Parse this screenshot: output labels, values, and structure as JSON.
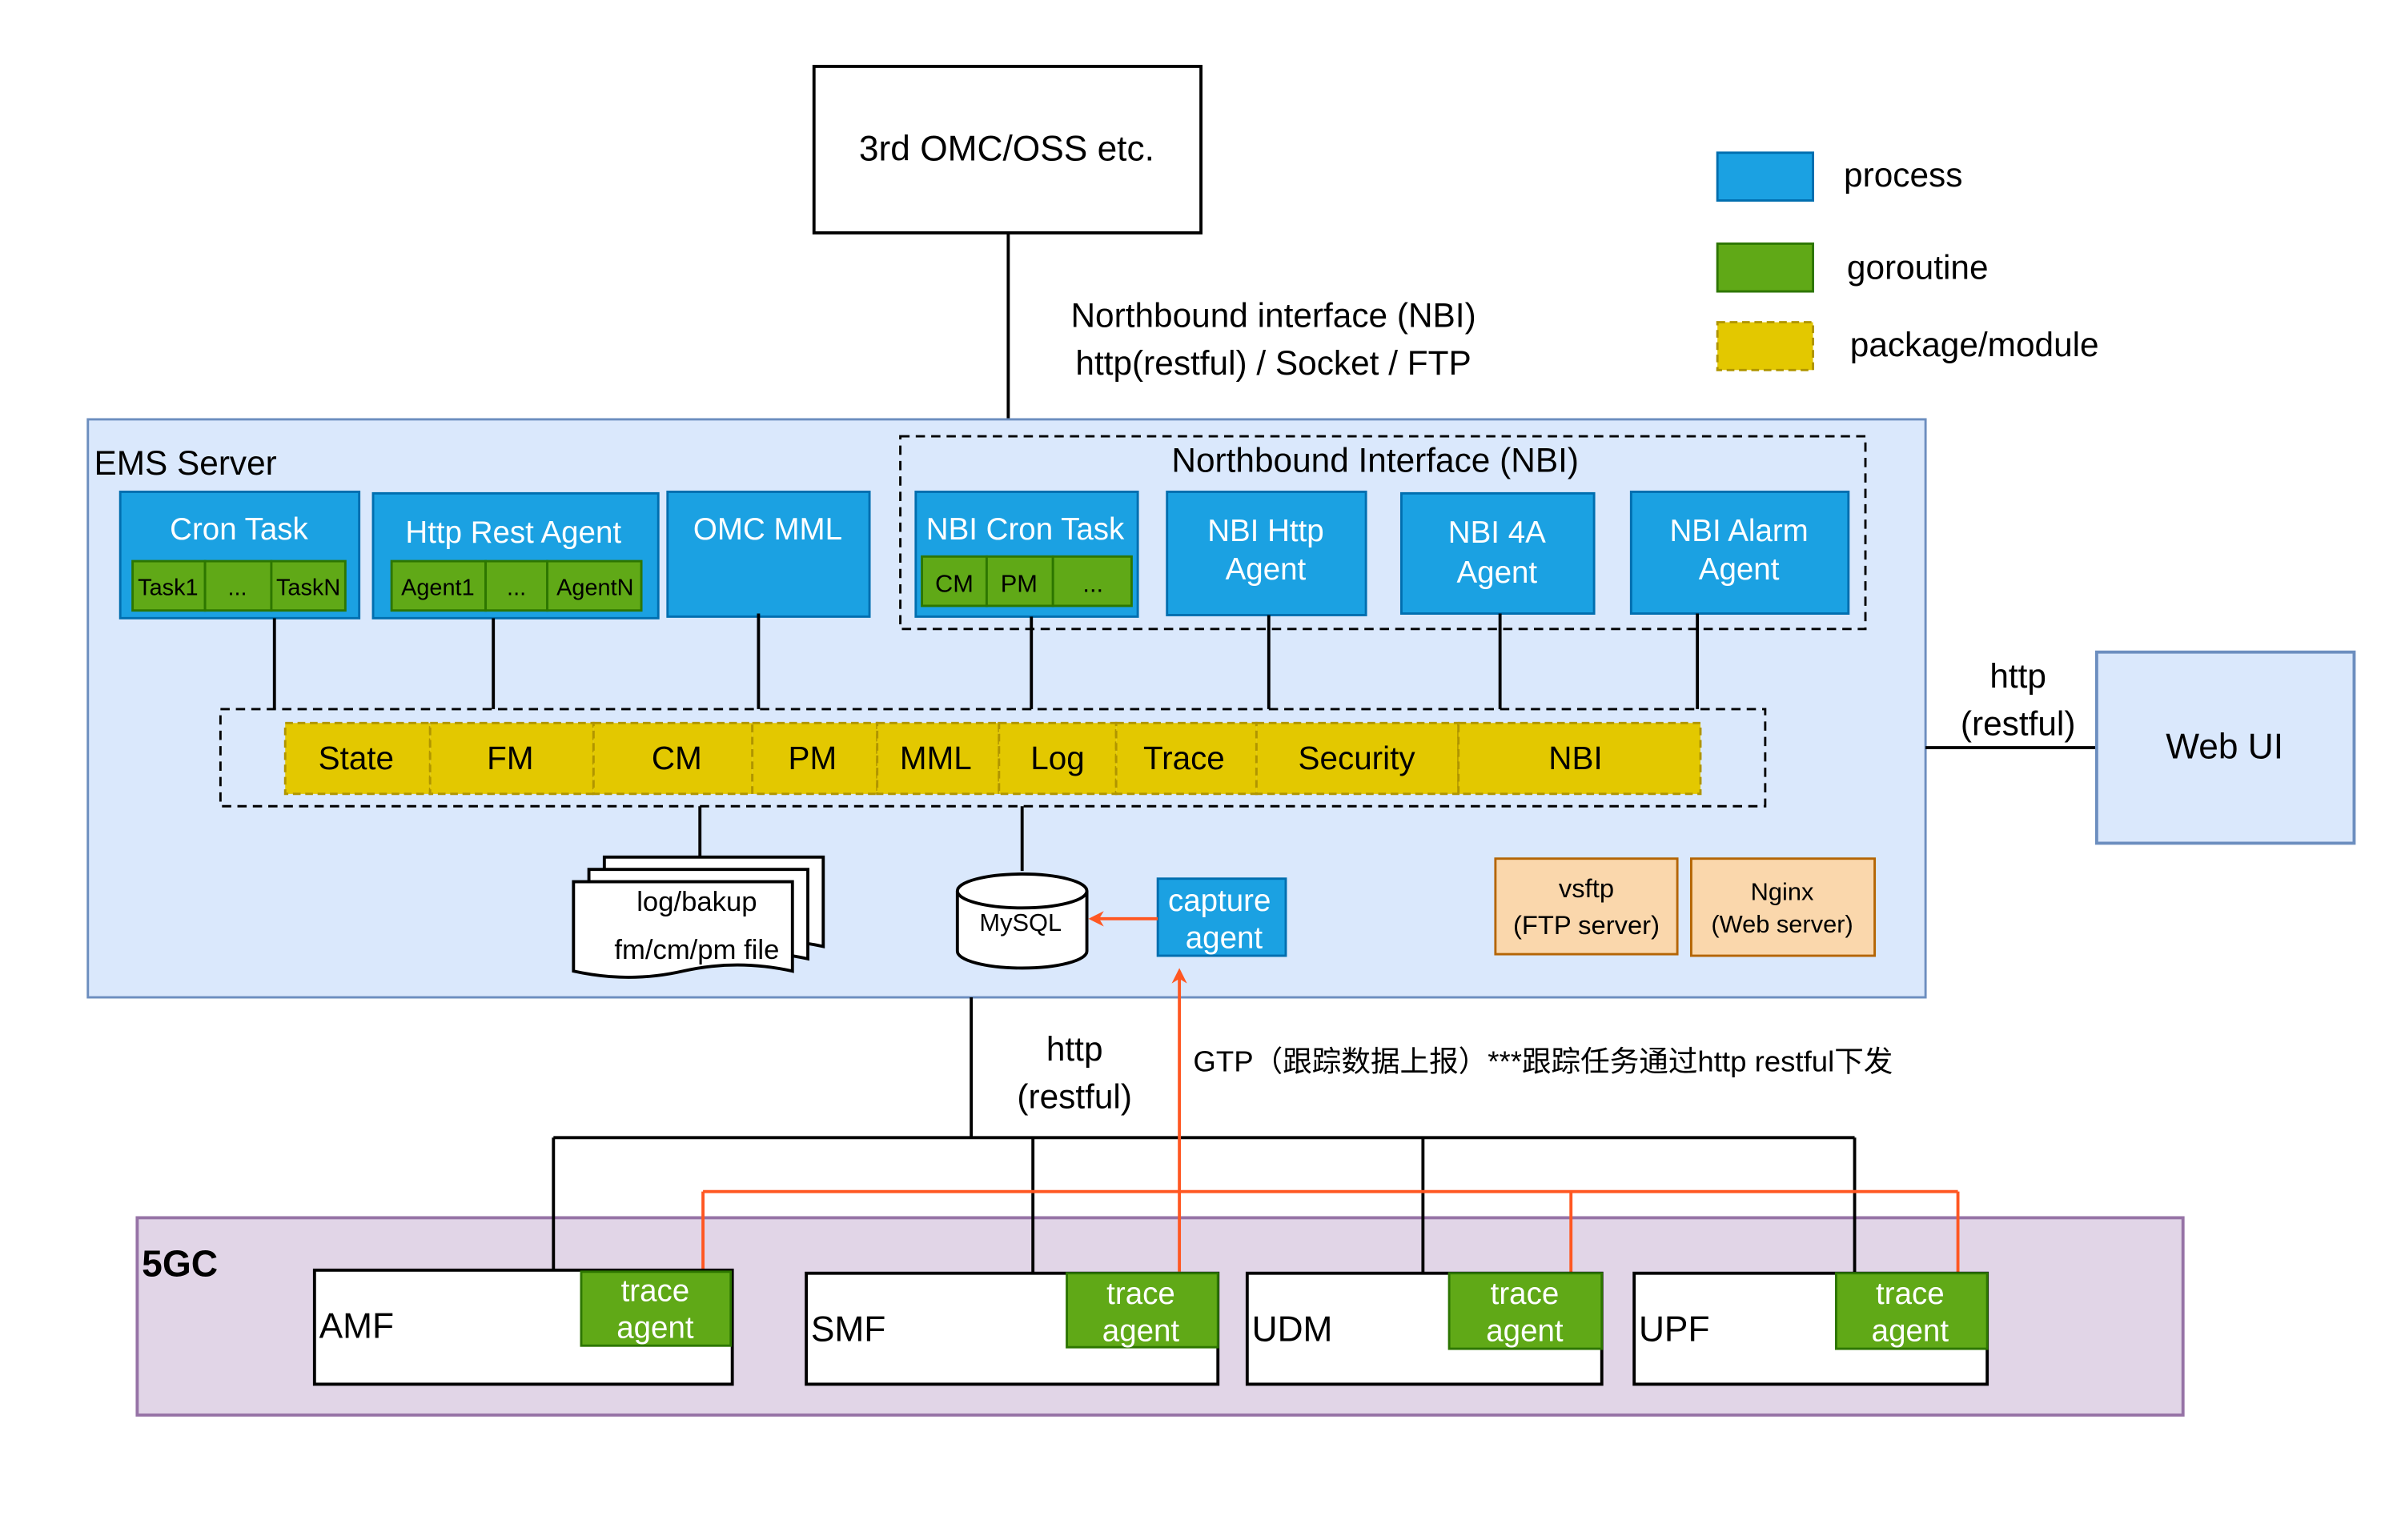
{
  "legend": {
    "process": "process",
    "goroutine": "goroutine",
    "package": "package/module"
  },
  "oss": {
    "label": "3rd OMC/OSS etc."
  },
  "nbi_link": {
    "line1": "Northbound interface (NBI)",
    "line2": "http(restful) / Socket / FTP"
  },
  "ems": {
    "title": "EMS Server",
    "nbi_group_title": "Northbound Interface (NBI)",
    "cron_task": {
      "title": "Cron Task",
      "items": [
        "Task1",
        "...",
        "TaskN"
      ]
    },
    "http_rest_agent": {
      "title": "Http Rest Agent",
      "items": [
        "Agent1",
        "...",
        "AgentN"
      ]
    },
    "omc_mml": {
      "title": "OMC MML"
    },
    "nbi_cron_task": {
      "title": "NBI Cron Task",
      "items": [
        "CM",
        "PM",
        "..."
      ]
    },
    "nbi_http_agent": {
      "line1": "NBI Http",
      "line2": "Agent"
    },
    "nbi_4a_agent": {
      "line1": "NBI 4A",
      "line2": "Agent"
    },
    "nbi_alarm_agent": {
      "line1": "NBI Alarm",
      "line2": "Agent"
    },
    "modules": [
      "State",
      "FM",
      "CM",
      "PM",
      "MML",
      "Log",
      "Trace",
      "Security",
      "NBI"
    ],
    "files": {
      "line1": "log/bakup",
      "line2": "fm/cm/pm file"
    },
    "mysql": "MySQL",
    "capture_agent": {
      "line1": "capture",
      "line2": "agent"
    },
    "vsftp": {
      "line1": "vsftp",
      "line2": "(FTP server)"
    },
    "nginx": {
      "line1": "Nginx",
      "line2": "(Web server)"
    }
  },
  "web_link": {
    "line1": "http",
    "line2": "(restful)"
  },
  "web_ui": {
    "label": "Web UI"
  },
  "south_link": {
    "line1": "http",
    "line2": "(restful)"
  },
  "gtp_label": "GTP（跟踪数据上报）***跟踪任务通过http restful下发",
  "fivegc": {
    "title": "5GC",
    "nfs": [
      {
        "name": "AMF",
        "agent_line1": "trace",
        "agent_line2": "agent"
      },
      {
        "name": "SMF",
        "agent_line1": "trace",
        "agent_line2": "agent"
      },
      {
        "name": "UDM",
        "agent_line1": "trace",
        "agent_line2": "agent"
      },
      {
        "name": "UPF",
        "agent_line1": "trace",
        "agent_line2": "agent"
      }
    ]
  },
  "colors": {
    "process": "#1ba1e2",
    "process_border": "#006eaf",
    "goroutine": "#60a917",
    "goroutine_border": "#2d7600",
    "module": "#e3c800",
    "module_border": "#b09500",
    "ems_bg": "#dae8fc",
    "ems_border": "#6c8ebf",
    "fivegc_bg": "#e1d5e7",
    "fivegc_border": "#9673a6",
    "server_bg": "#fad7ac",
    "server_border": "#b46504",
    "trace_line": "#ff5722"
  }
}
